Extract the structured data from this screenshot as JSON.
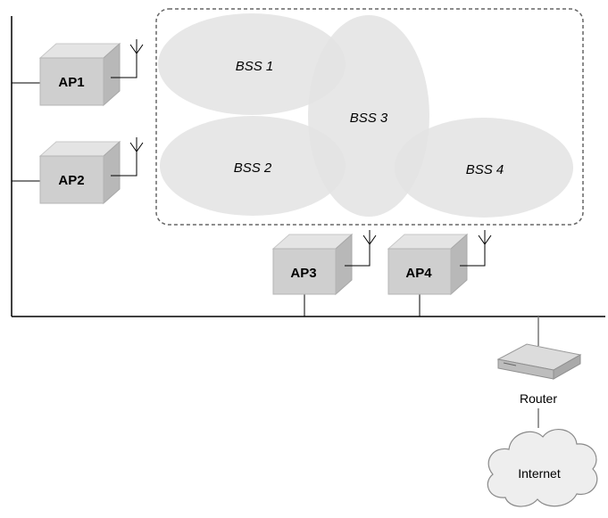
{
  "access_points": [
    {
      "label": "AP1"
    },
    {
      "label": "AP2"
    },
    {
      "label": "AP3"
    },
    {
      "label": "AP4"
    }
  ],
  "bss": [
    {
      "label": "BSS 1"
    },
    {
      "label": "BSS 2"
    },
    {
      "label": "BSS 3"
    },
    {
      "label": "BSS 4"
    }
  ],
  "router": {
    "label": "Router"
  },
  "internet": {
    "label": "Internet"
  },
  "colors": {
    "box_front": "#cfcfcf",
    "box_top": "#e4e4e4",
    "box_side": "#b8b8b8",
    "coverage": "#e3e3e3",
    "line": "#000000"
  }
}
